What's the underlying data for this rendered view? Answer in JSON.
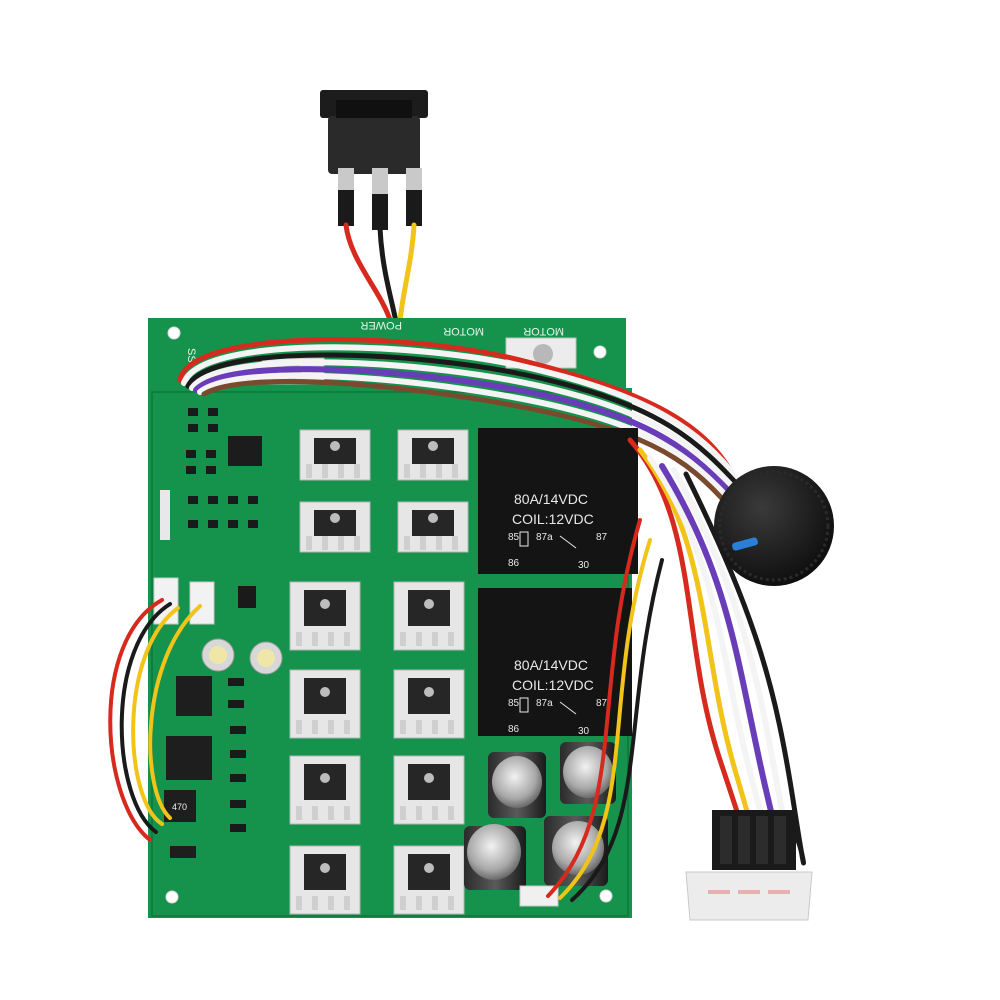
{
  "board": {
    "silkscreen": {
      "power_label": "POWER",
      "motor_label_1": "MOTOR",
      "motor_label_2": "MOTOR",
      "corner_label": "SS",
      "inductor_label": "470"
    },
    "relays": [
      {
        "rating": "80A/14VDC",
        "coil": "COIL:12VDC",
        "pin_85": "85",
        "pin_86": "86",
        "pin_87a": "87a",
        "pin_87": "87",
        "pin_30": "30"
      },
      {
        "rating": "80A/14VDC",
        "coil": "COIL:12VDC",
        "pin_85": "85",
        "pin_86": "86",
        "pin_87a": "87a",
        "pin_87": "87",
        "pin_30": "30"
      }
    ]
  },
  "colors": {
    "background": "#ffffff",
    "pcb_green": "#15934d",
    "relay_black": "#141414",
    "wire_red": "#d62a1e",
    "wire_yellow": "#f2c318",
    "wire_purple": "#6a3db8",
    "wire_white": "#f4f4f4",
    "knob_indicator": "#2a7fd6"
  }
}
